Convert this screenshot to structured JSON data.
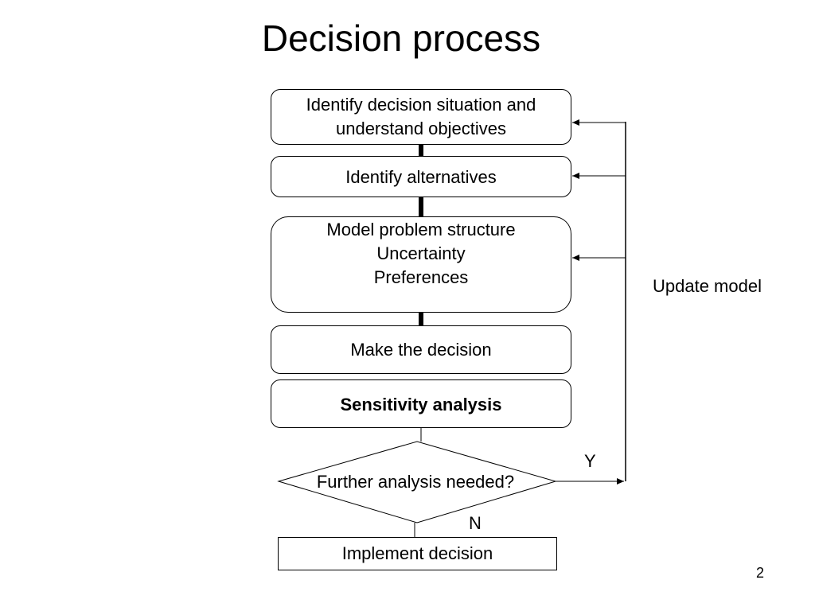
{
  "title": "Decision process",
  "steps": {
    "identify_situation": [
      "Identify decision situation and",
      "understand objectives"
    ],
    "identify_alternatives": "Identify alternatives",
    "model_structure": [
      "Model problem structure",
      "Uncertainty",
      "Preferences"
    ],
    "make_decision": "Make the decision",
    "sensitivity": "Sensitivity analysis",
    "question": "Further analysis needed?",
    "implement": "Implement decision"
  },
  "labels": {
    "update_model": "Update model",
    "yes": "Y",
    "no": "N"
  },
  "page_number": "2"
}
